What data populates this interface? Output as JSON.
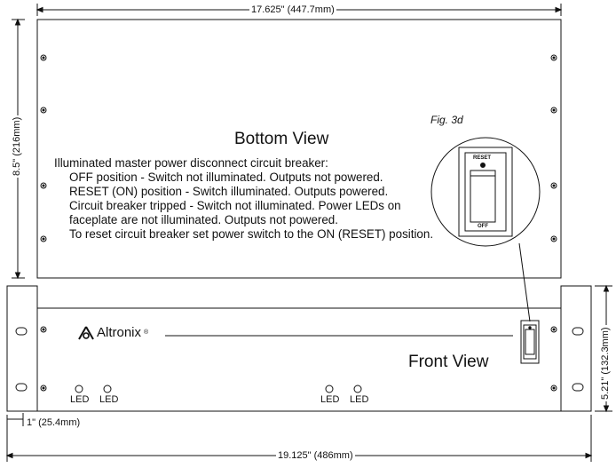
{
  "dimensions": {
    "top_width": "17.625\" (447.7mm)",
    "side_height": "8.5\" (216mm)",
    "flange": "1\" (25.4mm)",
    "bottom_width": "19.125\" (486mm)",
    "front_height": "5.21\" (132.3mm)"
  },
  "figure_label": "Fig. 3d",
  "bottom_view": {
    "title": "Bottom View",
    "lines": [
      "Illuminated master power disconnect circuit breaker:",
      "OFF position - Switch not illuminated. Outputs not powered.",
      "RESET (ON) position - Switch illuminated. Outputs powered.",
      "Circuit breaker tripped - Switch not illuminated. Power LEDs on",
      "faceplate are not illuminated. Outputs not powered.",
      "To reset circuit breaker set power switch to the ON (RESET) position."
    ]
  },
  "switch_detail": {
    "top_label": "RESET",
    "bottom_label": "OFF"
  },
  "front_view": {
    "title": "Front View",
    "brand": "Altronix",
    "brand_mark": "®",
    "leds": [
      "LED",
      "LED",
      "LED",
      "LED"
    ]
  }
}
